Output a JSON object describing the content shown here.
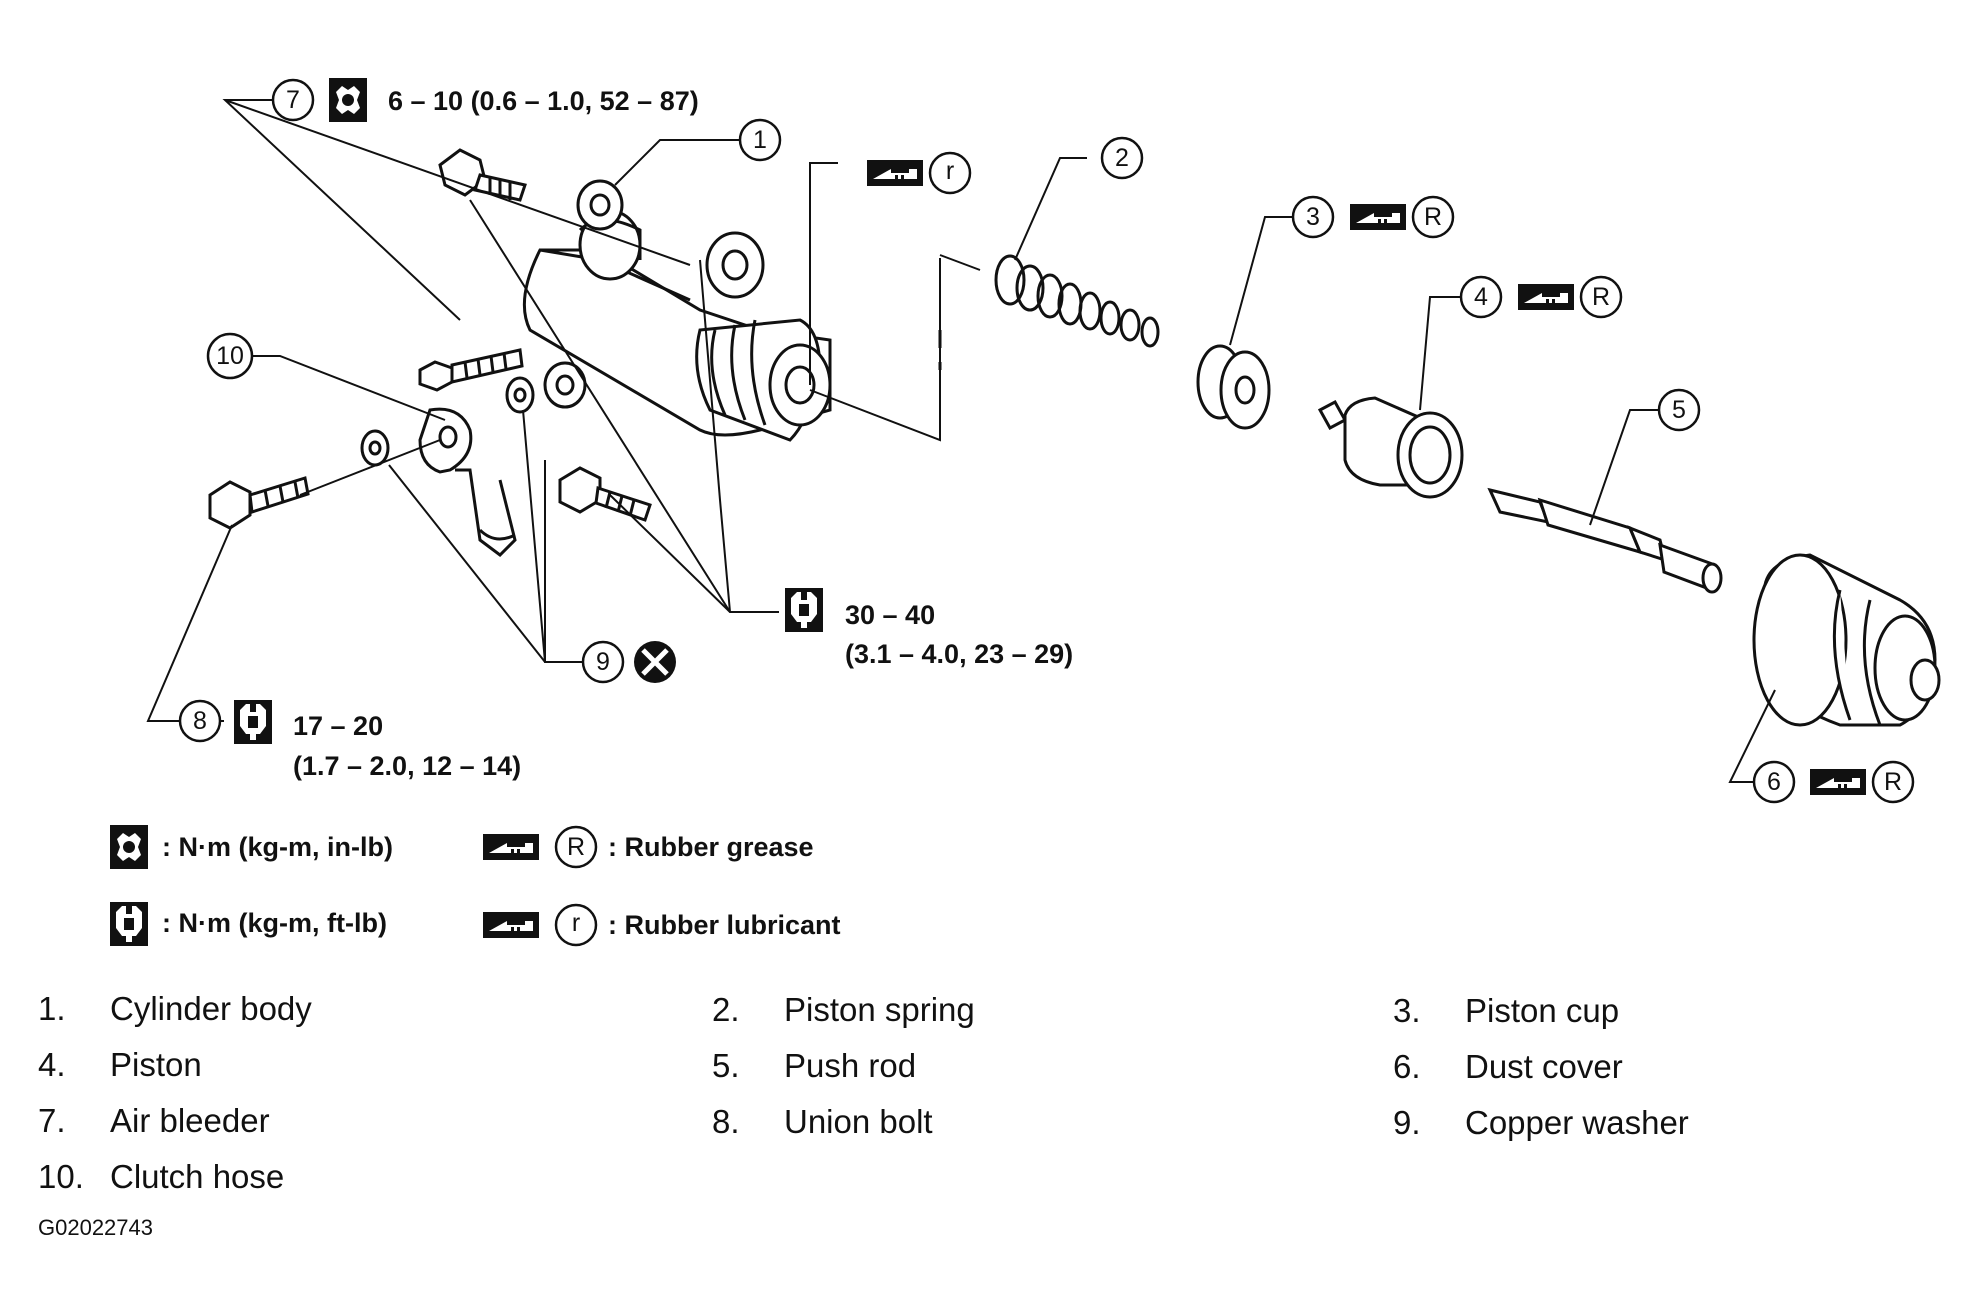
{
  "callouts": [
    {
      "num": "1"
    },
    {
      "num": "2"
    },
    {
      "num": "3"
    },
    {
      "num": "4"
    },
    {
      "num": "5"
    },
    {
      "num": "6"
    },
    {
      "num": "7"
    },
    {
      "num": "8"
    },
    {
      "num": "9"
    },
    {
      "num": "10"
    }
  ],
  "torque": {
    "air_bleeder": "6 – 10 (0.6 – 1.0, 52 – 87)",
    "main_bolts_line1": "30 – 40",
    "main_bolts_line2": "(3.1 – 4.0, 23 – 29)",
    "union_bolt_line1": "17 – 20",
    "union_bolt_line2": "(1.7 – 2.0, 12 – 14)"
  },
  "symbols": {
    "rubber_grease_letter": "R",
    "rubber_lubricant_letter": "r"
  },
  "legend": {
    "nm_inlb": ": N·m (kg-m, in-lb)",
    "nm_ftlb": ": N·m (kg-m, ft-lb)",
    "rubber_grease": ": Rubber grease",
    "rubber_lubricant": ": Rubber lubricant"
  },
  "parts": [
    {
      "num": "1.",
      "name": "Cylinder body"
    },
    {
      "num": "2.",
      "name": "Piston spring"
    },
    {
      "num": "3.",
      "name": "Piston cup"
    },
    {
      "num": "4.",
      "name": "Piston"
    },
    {
      "num": "5.",
      "name": "Push rod"
    },
    {
      "num": "6.",
      "name": "Dust cover"
    },
    {
      "num": "7.",
      "name": "Air bleeder"
    },
    {
      "num": "8.",
      "name": "Union bolt"
    },
    {
      "num": "9.",
      "name": "Copper washer"
    },
    {
      "num": "10.",
      "name": "Clutch hose"
    }
  ],
  "figure_code": "G02022743"
}
